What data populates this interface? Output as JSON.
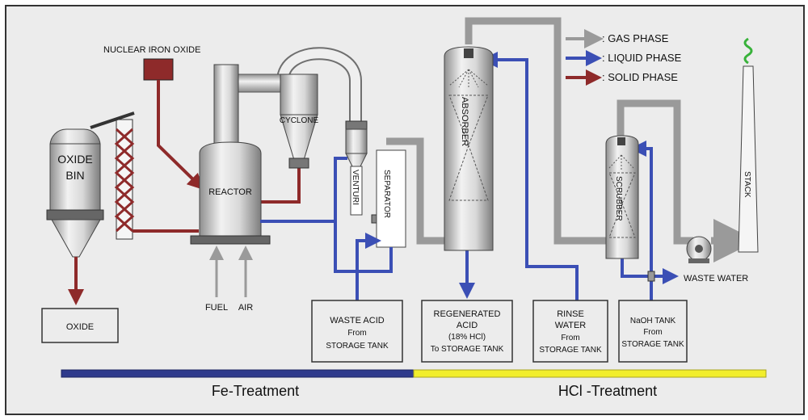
{
  "colors": {
    "gas": "#9a9a9a",
    "liquid": "#3b4fb5",
    "solid": "#8e2a2a",
    "fe_bar": "#2e3a8c",
    "hcl_bar": "#f2ee2c",
    "stack_plume": "#38b23a"
  },
  "legend": {
    "gas": ": GAS PHASE",
    "liquid": ": LIQUID PHASE",
    "solid": ": SOLID PHASE"
  },
  "units": {
    "nuclear_iron_oxide": "NUCLEAR IRON OXIDE",
    "oxide_bin_line1": "OXIDE",
    "oxide_bin_line2": "BIN",
    "reactor": "REACTOR",
    "cyclone": "CYCLONE",
    "venturi": "VENTURI",
    "separator": "SEPARATOR",
    "absorber": "ABSORBER",
    "scrubber": "SCRUBBER",
    "stack": "STACK",
    "fuel": "FUEL",
    "air": "AIR",
    "waste_water": "WASTE WATER"
  },
  "boxes": {
    "oxide": "OXIDE",
    "waste_acid": {
      "title": "WASTE ACID",
      "l2": "From",
      "l3": "STORAGE TANK"
    },
    "regen_acid": {
      "title": "REGENERATED",
      "l2": "ACID",
      "l3": "(18% HCl)",
      "l4": "To STORAGE TANK"
    },
    "rinse_water": {
      "title": "RINSE",
      "l2": "WATER",
      "l3": "From",
      "l4": "STORAGE TANK"
    },
    "naoh_tank": {
      "title": "NaOH TANK",
      "l2": "From",
      "l3": "STORAGE TANK"
    }
  },
  "sections": {
    "fe": "Fe-Treatment",
    "hcl": "HCl -Treatment"
  }
}
